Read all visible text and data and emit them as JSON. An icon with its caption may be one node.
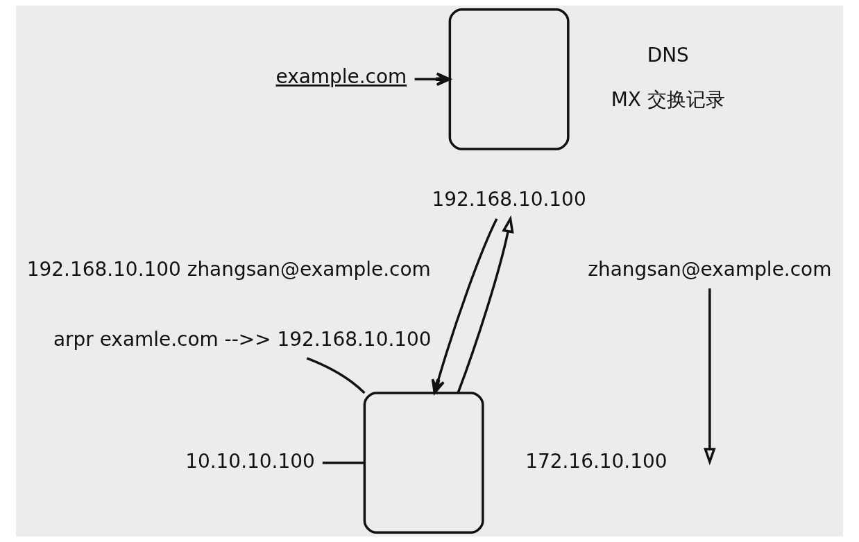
{
  "diagram": {
    "nodes": [
      {
        "text": [
          "example.com"
        ]
      },
      {
        "text": [],
        "shape": "box",
        "beside": [
          "DNS",
          "MX 交换记录"
        ]
      },
      {
        "text": [
          "192.168.10.100"
        ]
      },
      {
        "text": [
          "zhangsan@example.com"
        ]
      },
      {
        "text": [
          "arpr examle.com -->> 192.168.10.100"
        ]
      },
      {
        "text": [
          "10.10.10.100"
        ]
      },
      {
        "text": [],
        "shape": "box"
      }
    ],
    "edges": [
      {
        "from": 0,
        "to": 1,
        "arrow": "to"
      },
      {
        "from": 2,
        "to": 6,
        "arrow": "to"
      },
      {
        "from": 6,
        "to": 2,
        "arrow": "to"
      },
      {
        "from": 3,
        "to": null,
        "arrow": "to"
      },
      {
        "from": 4,
        "to": 6,
        "arrow": "none"
      },
      {
        "from": 5,
        "to": 6,
        "arrow": "none"
      }
    ],
    "labels": [
      "192.168.10.100 zhangsan@example.com",
      "172.16.10.100"
    ]
  }
}
